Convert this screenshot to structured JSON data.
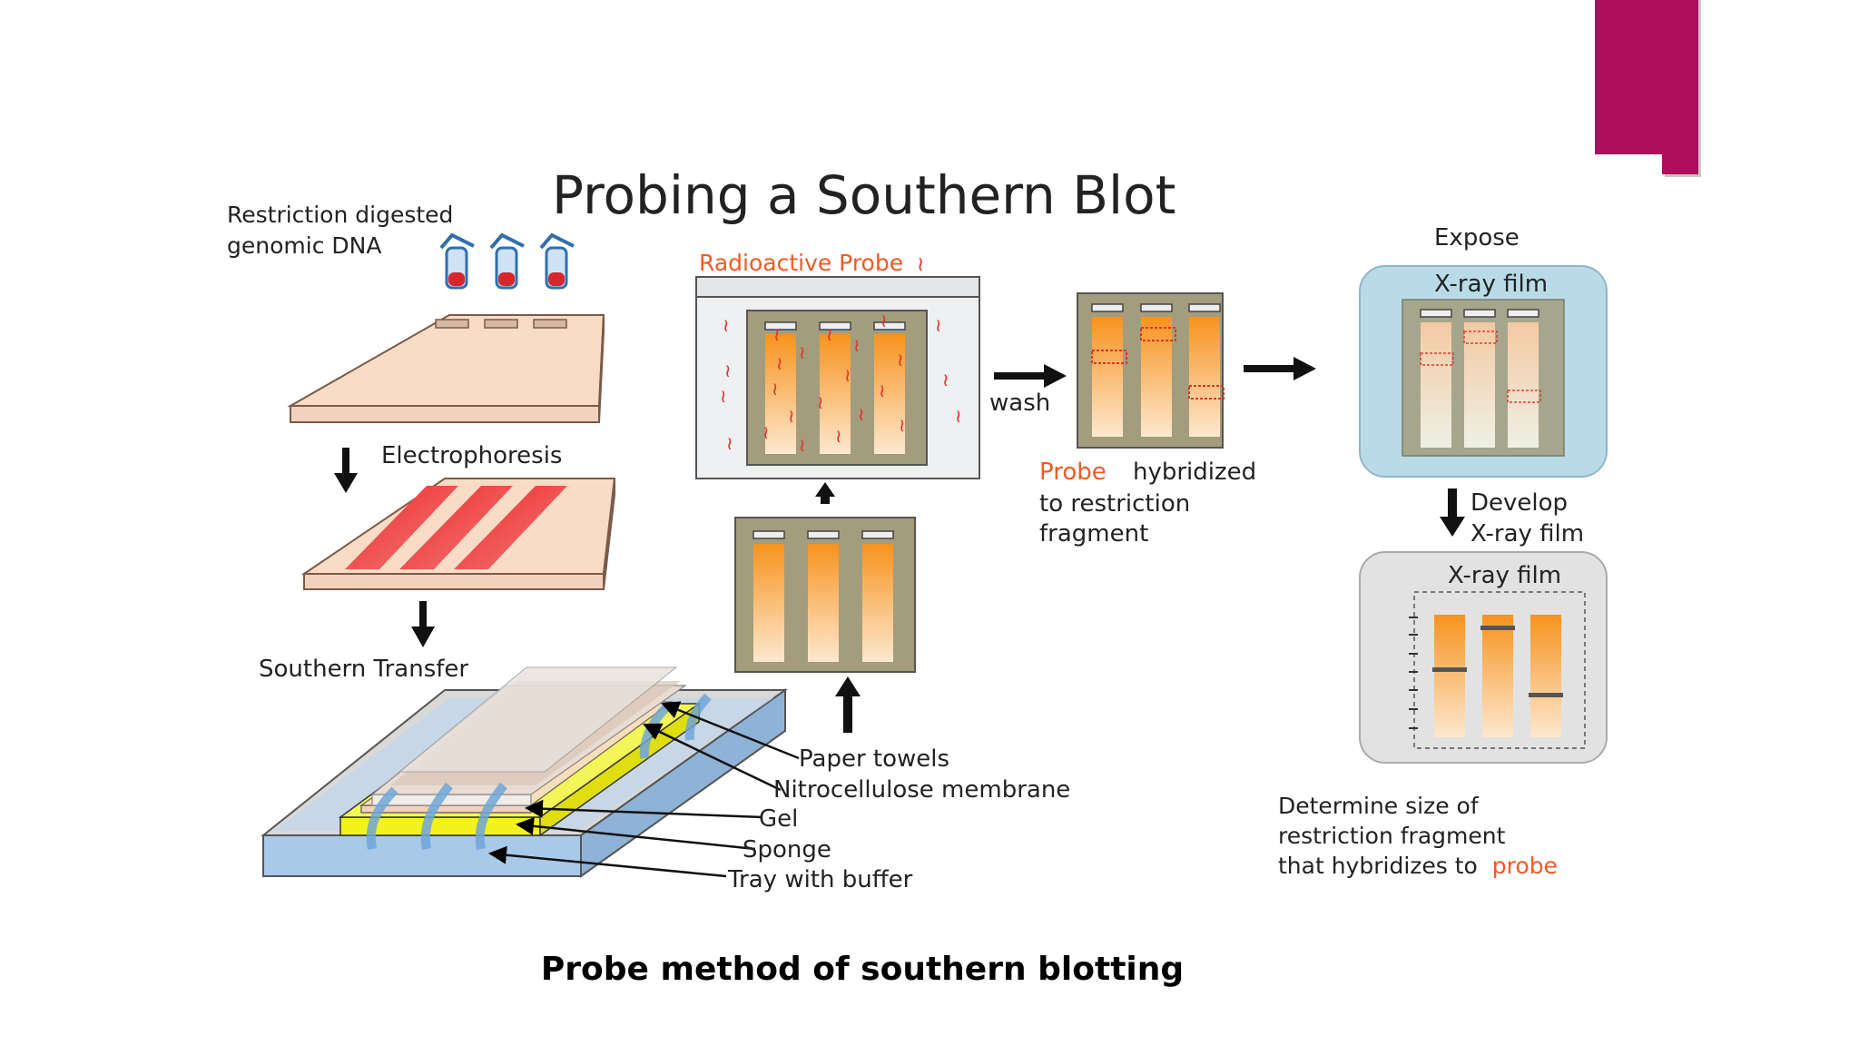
{
  "slide": {
    "caption": "Probe method of southern blotting",
    "accent_color": "#ad0e5e"
  },
  "diagram": {
    "title": "Probing a Southern Blot",
    "restriction_line1": "Restriction digested",
    "restriction_line2": "genomic DNA",
    "electrophoresis": "Electrophoresis",
    "southern_transfer": "Southern Transfer",
    "paper_towels": "Paper towels",
    "nitrocellulose": "Nitrocellulose membrane",
    "gel": "Gel",
    "sponge": "Sponge",
    "tray": "Tray with buffer",
    "radioactive_probe": "Radioactive Probe",
    "wash": "wash",
    "probe_word": "Probe",
    "hybridized_line1": "hybridized",
    "hybridized_line2": "to restriction",
    "hybridized_line3": "fragment",
    "expose": "Expose",
    "xray_film_top": "X-ray film",
    "develop_line1": "Develop",
    "develop_line2": "X-ray film",
    "xray_film_bottom": "X-ray film",
    "determine_line1": "Determine size of",
    "determine_line2": "restriction fragment",
    "determine_line3": "that hybridizes to",
    "determine_probe": "probe",
    "colors": {
      "probe_red": "#f15a24",
      "gel_pink": "#f9d6bf",
      "band_orange": "#f7931e",
      "membrane_khaki": "#a39d7d",
      "film_blue": "#b9dbe8",
      "film_gray": "#e2e2e2",
      "sponge_yellow": "#f2f21e",
      "buffer_blue": "#a9c9e8"
    }
  }
}
